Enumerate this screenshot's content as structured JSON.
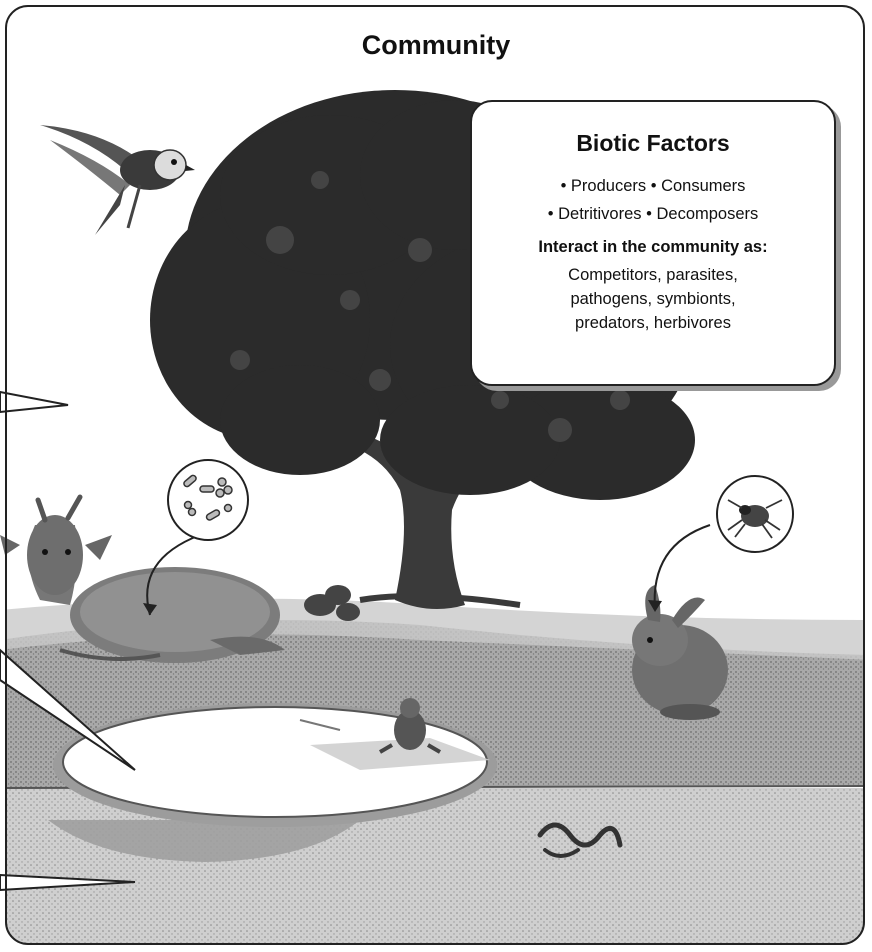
{
  "title": "Community",
  "biotic_box": {
    "title": "Biotic Factors",
    "line1": "• Producers • Consumers",
    "line2": "• Detritivores • Decomposers",
    "interact_heading": "Interact in the community as:",
    "interactions": [
      "Competitors, parasites,",
      "pathogens, symbionts,",
      "predators, herbivores"
    ]
  },
  "organisms": [
    "bird",
    "tree",
    "deer",
    "bacteria",
    "rabbit",
    "tick",
    "frog",
    "worm",
    "shrub"
  ],
  "colors": {
    "tree": "#2a2a2a",
    "ground": "#b5b5b5",
    "soil": "#d0d0d0",
    "water": "#ffffff",
    "border": "#222222"
  }
}
